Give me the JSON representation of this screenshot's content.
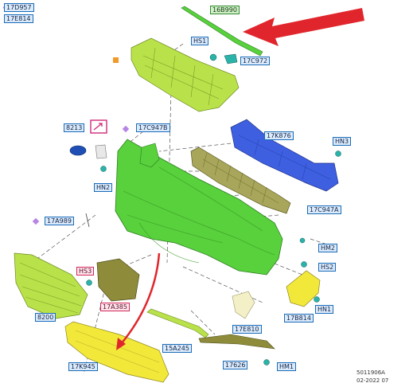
{
  "legend": [
    {
      "symbol": "diamond",
      "code": "17D957",
      "color": "#b685e6"
    },
    {
      "symbol": "square",
      "code": "17E814",
      "color": "#f19a2b"
    }
  ],
  "labels": {
    "l_16B990": "16B990",
    "l_HS1": "HS1",
    "l_17C972": "17C972",
    "l_8213": "8213",
    "l_17C947B": "17C947B",
    "l_17K876": "17K876",
    "l_HN3": "HN3",
    "l_HN2": "HN2",
    "l_17C947A": "17C947A",
    "l_17A989": "17A989",
    "l_HM2": "HM2",
    "l_HS2": "HS2",
    "l_HS3": "HS3",
    "l_17A385": "17A385",
    "l_17B814": "17B814",
    "l_HN1": "HN1",
    "l_8200": "8200",
    "l_15A245": "15A245",
    "l_17E810": "17E810",
    "l_17K945": "17K945",
    "l_17626": "17626",
    "l_HM1": "HM1"
  },
  "footer": {
    "code": "5011906A",
    "date": "02-2022 07"
  },
  "colors": {
    "green_part": "#58d13c",
    "yellow_green": "#b9e24a",
    "yellow": "#f2e83a",
    "blue_part": "#3e5fe0",
    "olive": "#9a9a3a",
    "arrow_red": "#e0262c"
  }
}
